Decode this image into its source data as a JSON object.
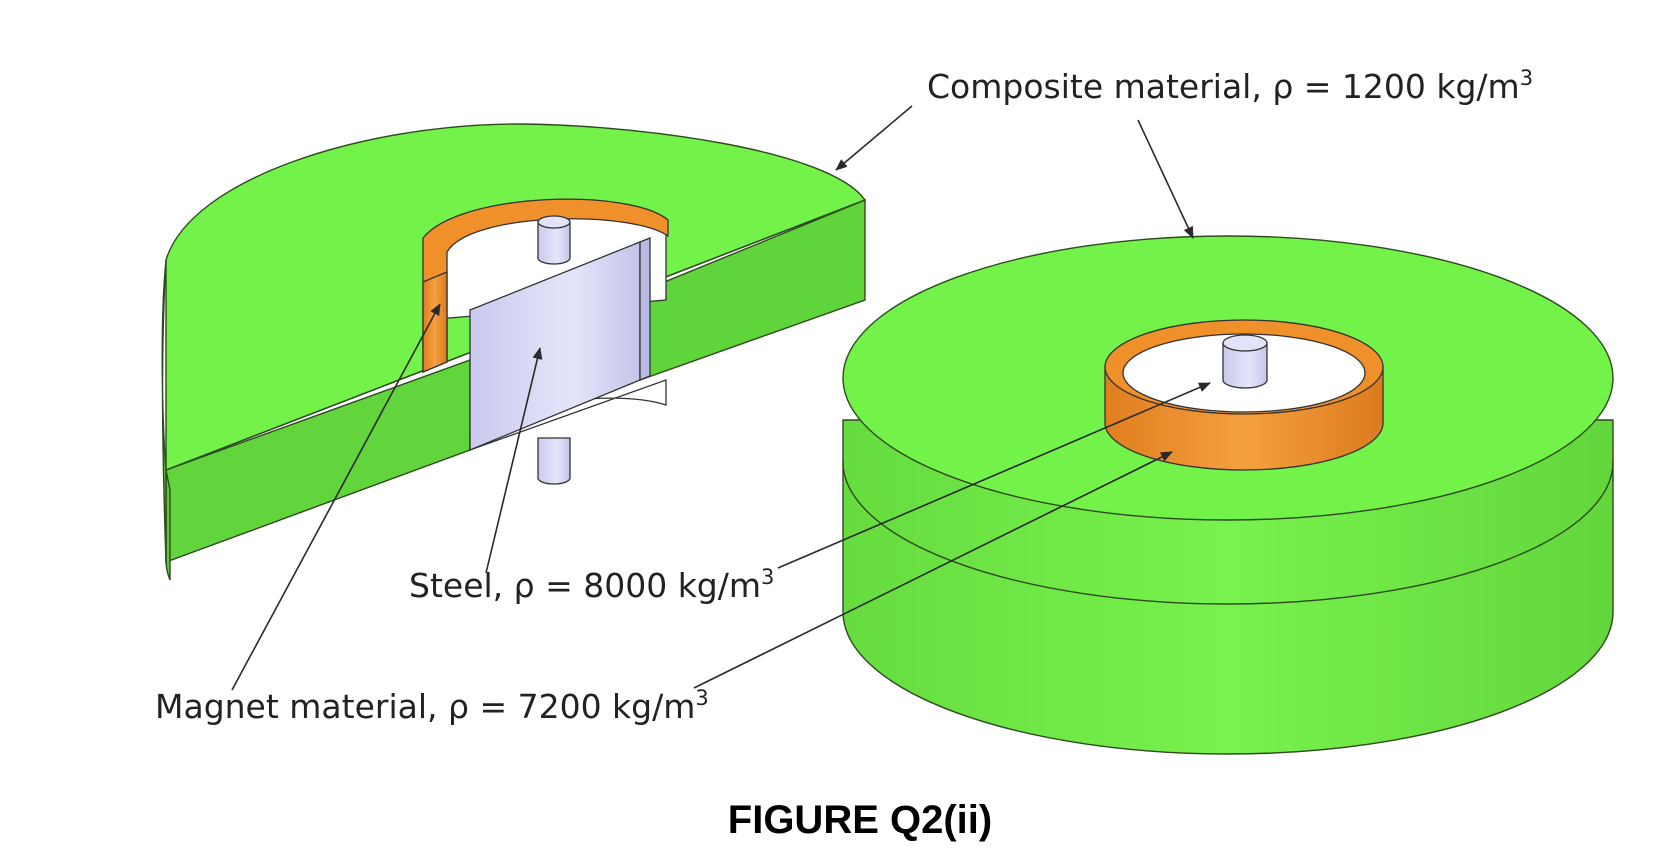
{
  "labels": {
    "composite": {
      "text": "Composite material, ρ = 1200 kg/m",
      "sup": "3"
    },
    "steel": {
      "text": "Steel, ρ = 8000 kg/m",
      "sup": "3"
    },
    "magnet": {
      "text": "Magnet material, ρ = 7200 kg/m",
      "sup": "3"
    }
  },
  "caption": "FIGURE Q2(ii)",
  "colors": {
    "composite": "#73f24a",
    "magnet": "#f0902a",
    "steel": "#d7d8f3",
    "line": "#2a2a2a"
  }
}
